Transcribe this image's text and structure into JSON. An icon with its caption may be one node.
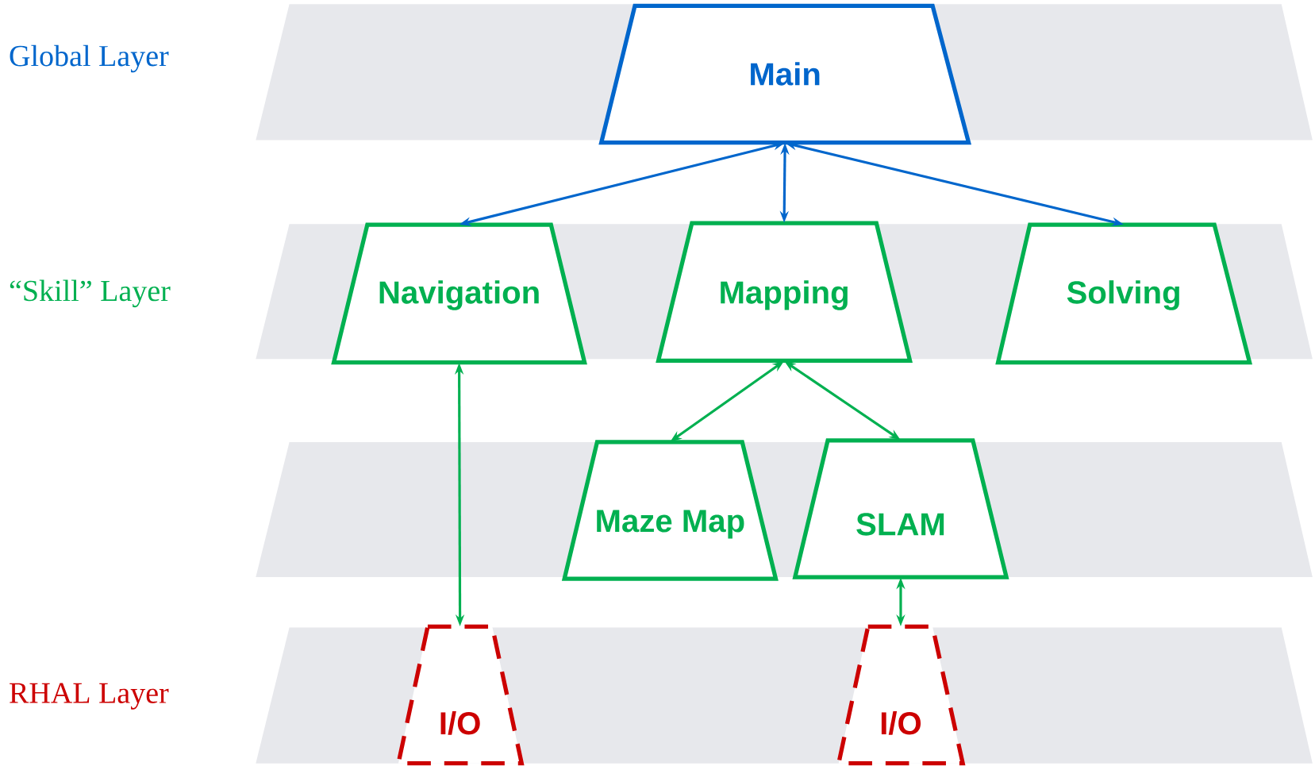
{
  "diagram": {
    "nodes": [
      {
        "text": [
          "Main"
        ]
      },
      {
        "text": [
          "Navigation"
        ]
      },
      {
        "text": [
          "Mapping"
        ]
      },
      {
        "text": [
          "Solving"
        ]
      },
      {
        "text": [
          "Maze Map"
        ]
      },
      {
        "text": [
          "SLAM"
        ]
      },
      {
        "text": [
          "I/O"
        ]
      },
      {
        "text": [
          "I/O"
        ]
      }
    ],
    "edges": [
      {
        "from": 0,
        "to": 1,
        "arrow": "both",
        "color": "#0066cc"
      },
      {
        "from": 0,
        "to": 2,
        "arrow": "both",
        "color": "#0066cc"
      },
      {
        "from": 0,
        "to": 3,
        "arrow": "both",
        "color": "#0066cc"
      },
      {
        "from": 2,
        "to": 4,
        "arrow": "both"
      },
      {
        "from": 2,
        "to": 5,
        "arrow": "both"
      },
      {
        "from": 1,
        "to": 6,
        "arrow": "both"
      },
      {
        "from": 5,
        "to": 7,
        "arrow": "both"
      }
    ],
    "labels": [
      "Global Layer",
      "“Skill” Layer",
      "RHAL Layer"
    ]
  }
}
